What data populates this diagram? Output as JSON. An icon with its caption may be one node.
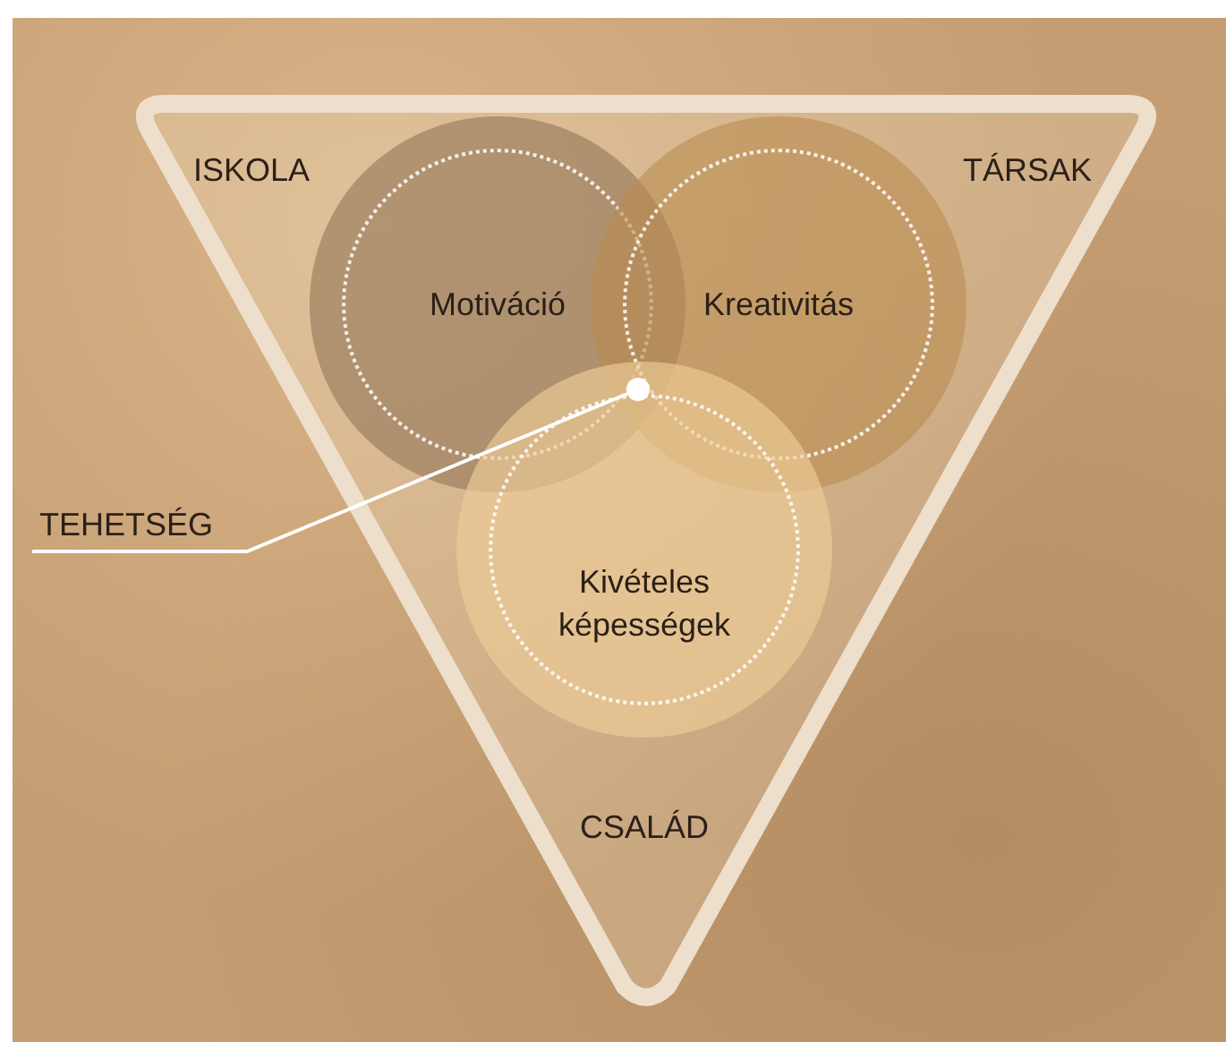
{
  "diagram": {
    "nodes": [
      {
        "text": [
          "ISKOLA",
          "TÁRSAK",
          "CSALÁD"
        ]
      },
      {
        "text": [
          "Motiváció"
        ],
        "in": 0
      },
      {
        "text": [
          "Kreativitás"
        ],
        "in": 0
      },
      {
        "text": [
          "Kivételes képességek"
        ],
        "in": 0
      },
      {
        "text": [
          "TEHETSÉG"
        ]
      },
      {
        "text": [],
        "shape": "circle"
      }
    ],
    "edges": [
      {
        "from": 4,
        "to": 5,
        "arrow": "none"
      }
    ]
  }
}
